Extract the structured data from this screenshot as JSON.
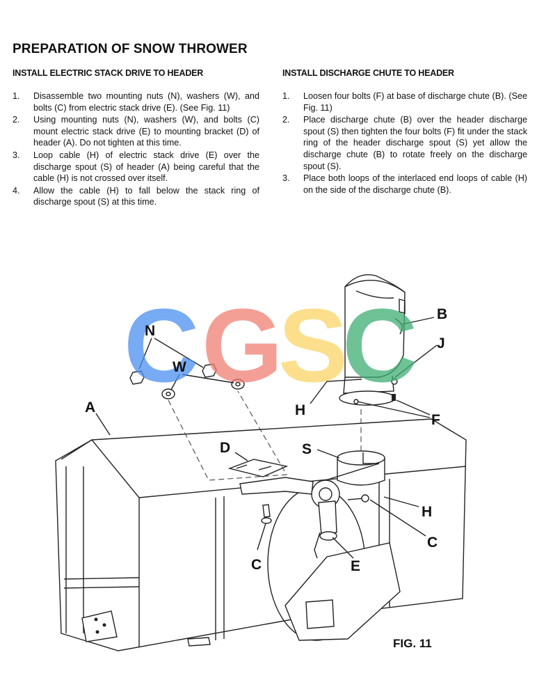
{
  "page": {
    "title": "PREPARATION OF SNOW THROWER"
  },
  "left_section": {
    "heading": "INSTALL ELECTRIC STACK DRIVE TO HEADER",
    "steps": [
      {
        "num": "1.",
        "text": "Disassemble two mounting nuts (N), washers (W), and bolts (C) from electric stack drive (E). (See Fig. 11)"
      },
      {
        "num": "2.",
        "text": "Using mounting nuts (N), washers (W), and bolts (C) mount electric stack drive (E) to mounting bracket (D) of header (A). Do not tighten at this time."
      },
      {
        "num": "3.",
        "text": "Loop cable (H) of electric stack drive (E) over the discharge spout (S) of header (A) being careful that the cable (H) is not crossed over itself."
      },
      {
        "num": "4.",
        "text": "Allow the cable (H) to fall below the stack ring of discharge spout (S) at this time."
      }
    ]
  },
  "right_section": {
    "heading": "INSTALL DISCHARGE CHUTE TO HEADER",
    "steps": [
      {
        "num": "1.",
        "text": "Loosen four bolts (F) at base of discharge chute (B). (See Fig. 11)"
      },
      {
        "num": "2.",
        "text": "Place discharge chute (B) over the header discharge spout (S) then tighten the four bolts (F) fit under the stack ring of the header discharge spout (S) yet allow the discharge chute (B) to rotate freely on the discharge spout (S)."
      },
      {
        "num": "3.",
        "text": "Place both loops of the interlaced end loops of cable (H) on the side of the discharge chute (B)."
      }
    ]
  },
  "figure": {
    "caption": "FIG. 11",
    "labels": {
      "n": "N",
      "w": "W",
      "a": "A",
      "b": "B",
      "j": "J",
      "h_top": "H",
      "f": "F",
      "d": "D",
      "s": "S",
      "h_mid": "H",
      "c_right": "C",
      "c_left": "C",
      "e": "E"
    },
    "watermark": {
      "letters": [
        "C",
        "G",
        "S",
        "C"
      ],
      "colors": [
        "#4a8ff0",
        "#f07f74",
        "#fbd566",
        "#3fae73"
      ]
    }
  }
}
